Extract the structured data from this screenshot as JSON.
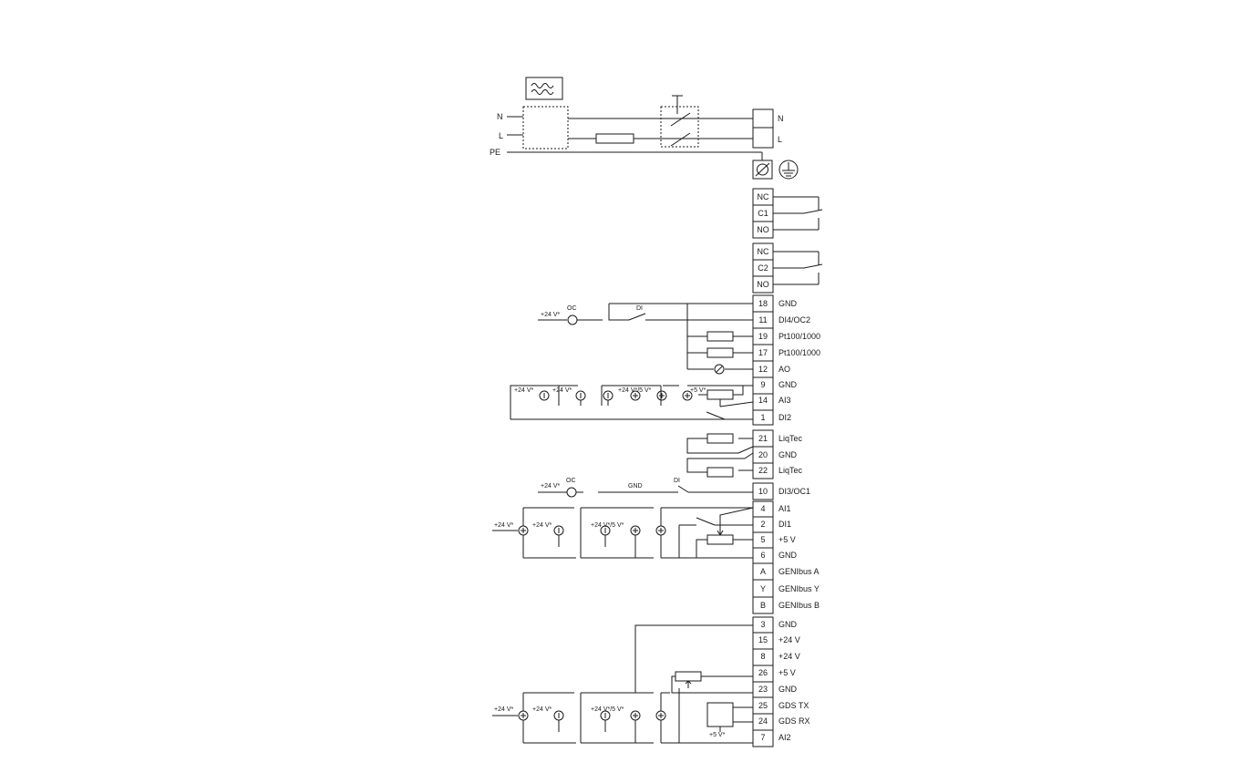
{
  "power": {
    "line_labels": [
      "N",
      "L",
      "PE"
    ],
    "terminal_labels": [
      "N",
      "L"
    ]
  },
  "relays": [
    {
      "terminals": [
        "NC",
        "C1",
        "NO"
      ]
    },
    {
      "terminals": [
        "NC",
        "C2",
        "NO"
      ]
    }
  ],
  "terminal_blocks": [
    {
      "rows": [
        {
          "num": "18",
          "label": "GND"
        },
        {
          "num": "11",
          "label": "DI4/OC2"
        },
        {
          "num": "19",
          "label": "Pt100/1000"
        },
        {
          "num": "17",
          "label": "Pt100/1000"
        },
        {
          "num": "12",
          "label": "AO"
        },
        {
          "num": "9",
          "label": "GND"
        },
        {
          "num": "14",
          "label": "AI3"
        },
        {
          "num": "1",
          "label": "DI2"
        }
      ]
    },
    {
      "rows": [
        {
          "num": "21",
          "label": "LiqTec"
        },
        {
          "num": "20",
          "label": "GND"
        },
        {
          "num": "22",
          "label": "LiqTec"
        }
      ]
    },
    {
      "rows": [
        {
          "num": "10",
          "label": "DI3/OC1"
        },
        {
          "num": "4",
          "label": "AI1"
        },
        {
          "num": "2",
          "label": "DI1"
        },
        {
          "num": "5",
          "label": "+5 V"
        },
        {
          "num": "6",
          "label": "GND"
        },
        {
          "num": "A",
          "label": "GENIbus A"
        },
        {
          "num": "Y",
          "label": "GENIbus Y"
        },
        {
          "num": "B",
          "label": "GENIbus B"
        }
      ]
    },
    {
      "rows": [
        {
          "num": "3",
          "label": "GND"
        },
        {
          "num": "15",
          "label": "+24 V"
        },
        {
          "num": "8",
          "label": "+24 V"
        },
        {
          "num": "26",
          "label": "+5 V"
        },
        {
          "num": "23",
          "label": "GND"
        },
        {
          "num": "25",
          "label": "GDS TX"
        },
        {
          "num": "24",
          "label": "GDS RX"
        },
        {
          "num": "7",
          "label": "AI2"
        }
      ]
    }
  ],
  "annotations": {
    "oc": "OC",
    "di": "DI",
    "gnd": "GND",
    "v24": "+24 V*",
    "v24_5": "+24 V*/5 V*",
    "v5": "+5 V*"
  }
}
